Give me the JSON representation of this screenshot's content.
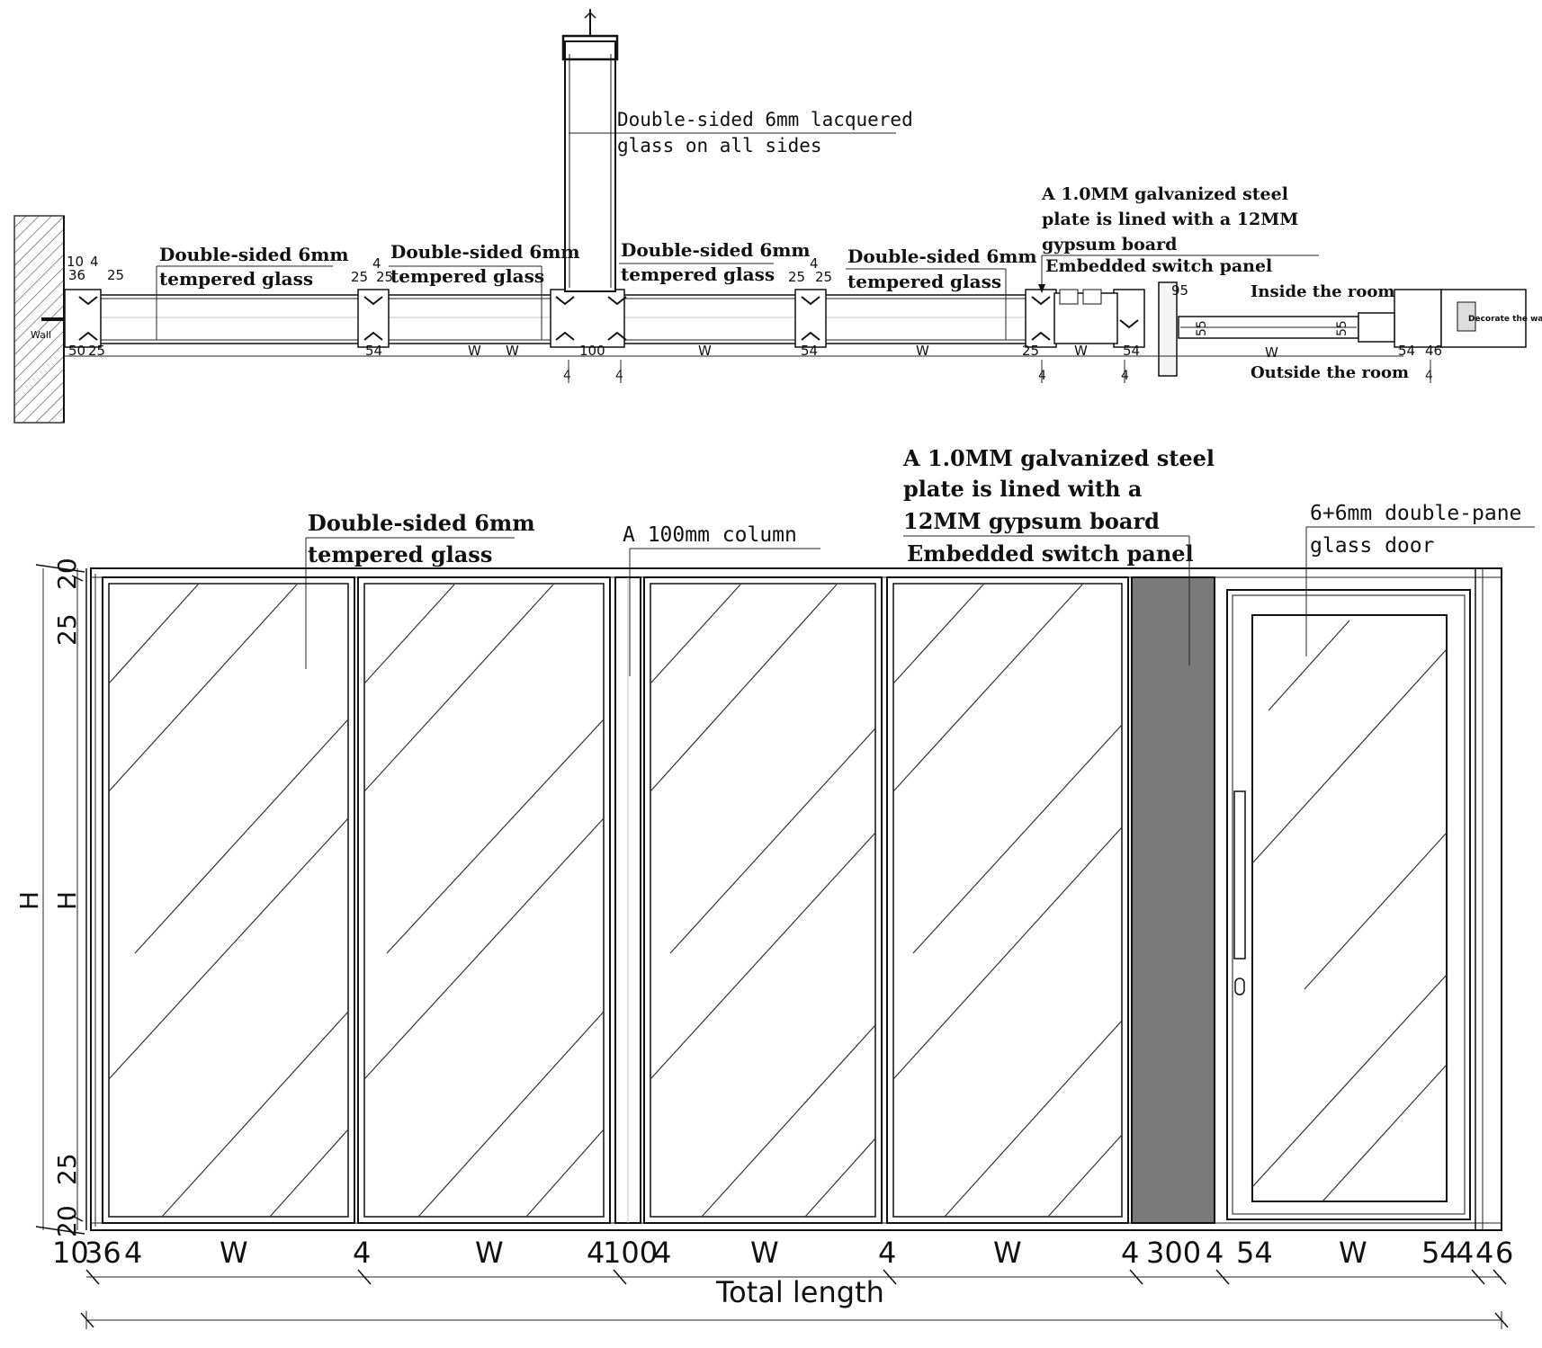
{
  "plan": {
    "labels": {
      "lacquered_1": "Double-sided 6mm lacquered",
      "lacquered_2": "glass on all sides",
      "glass1_1": "Double-sided 6mm",
      "glass1_2": "tempered glass",
      "glass2_1": "Double-sided 6mm",
      "glass2_2": "tempered glass",
      "glass3_1": "Double-sided 6mm",
      "glass3_2": "tempered glass",
      "glass4_1": "Double-sided 6mm",
      "glass4_2": "tempered glass",
      "steel_1": "A 1.0MM galvanized steel",
      "steel_2": "plate is lined with a 12MM",
      "steel_3": "gypsum board",
      "steel_4": "Embedded switch panel",
      "inside": "Inside the room",
      "outside": "Outside the room",
      "wall_left": "Wall",
      "wall_right": "Decorate the wall"
    },
    "dims": {
      "d10": "10",
      "d4a": "4",
      "d36": "36",
      "d25a": "25",
      "d50": "50",
      "d25b": "25",
      "d25c": "25",
      "d4b": "4",
      "d25d": "25",
      "d54a": "54",
      "dW1": "W",
      "dW2": "W",
      "d100": "100",
      "dW3": "W",
      "d25e": "25",
      "d4c": "4",
      "d25f": "25",
      "d54b": "54",
      "dW4": "W",
      "d25g": "25",
      "dW5": "W",
      "d54c": "54",
      "d95": "95",
      "d55a": "55",
      "d55b": "55",
      "dW6": "W",
      "d54d": "54",
      "d46": "46",
      "b4a": "4",
      "b4b": "4",
      "b4c": "4",
      "b4d": "4",
      "b4e": "4"
    }
  },
  "elevation": {
    "labels": {
      "glass_1": "Double-sided 6mm",
      "glass_2": "tempered glass",
      "column": "A 100mm column",
      "steel_1": "A 1.0MM galvanized steel",
      "steel_2": "plate is lined with a",
      "steel_3": "12MM gypsum board",
      "steel_4": "Embedded switch panel",
      "door_1": "6+6mm double-pane",
      "door_2": "glass door"
    },
    "vertical_dims": {
      "top20": "20",
      "top25": "25",
      "mid": "H",
      "outer": "H",
      "bot25": "25",
      "bot20": "20"
    },
    "bottom_dims": [
      "10",
      "36",
      "4",
      "W",
      "4",
      "W",
      "4",
      "100",
      "4",
      "W",
      "4",
      "W",
      "4",
      "300",
      "4",
      "54",
      "W",
      "54",
      "4",
      "4",
      "6"
    ],
    "total": "Total length"
  },
  "colors": {
    "line": "#111111",
    "switch_panel": "#7a7a7a"
  }
}
